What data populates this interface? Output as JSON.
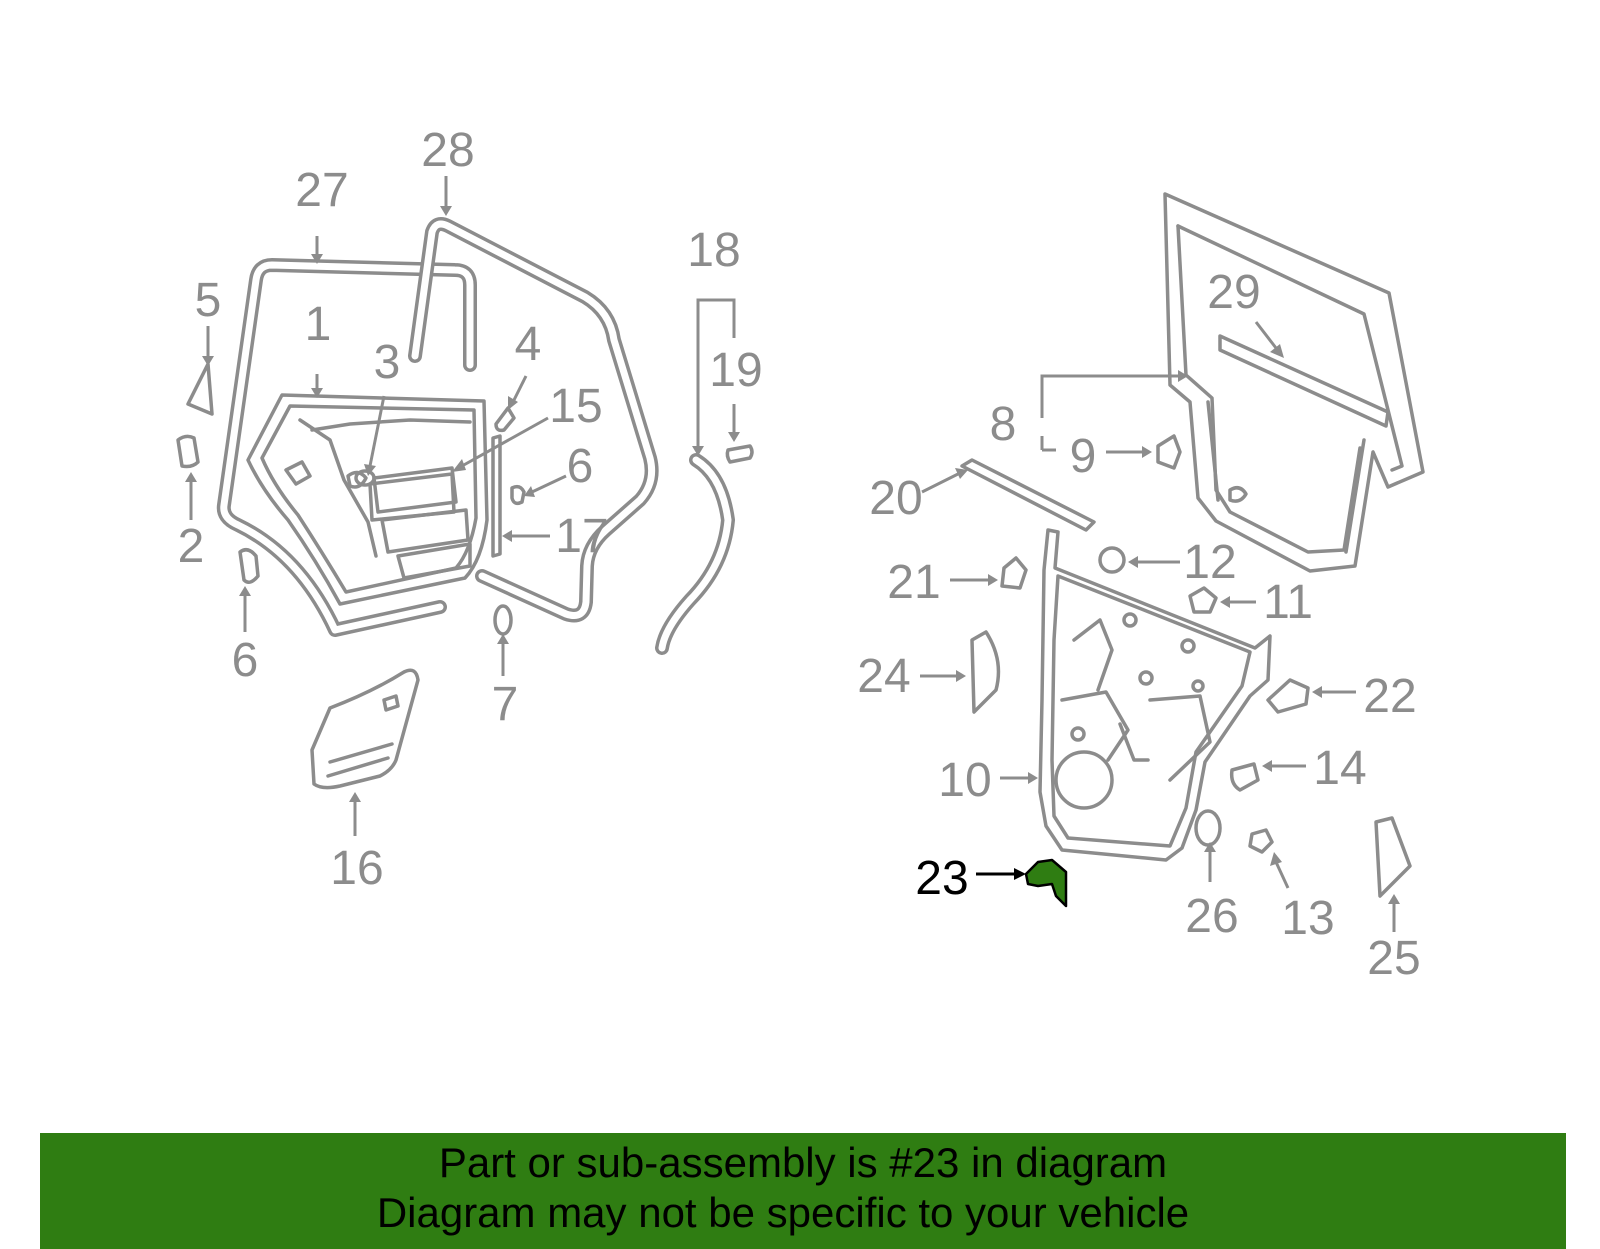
{
  "colors": {
    "part_stroke": "#8c8c8c",
    "highlight_fill": "#2f7d12",
    "banner_bg": "#2f7d12",
    "highlight_label": "#000000"
  },
  "callouts": {
    "c1": "1",
    "c2": "2",
    "c3": "3",
    "c4": "4",
    "c5": "5",
    "c6a": "6",
    "c6b": "6",
    "c7": "7",
    "c8": "8",
    "c9": "9",
    "c10": "10",
    "c11": "11",
    "c12": "12",
    "c13": "13",
    "c14": "14",
    "c15": "15",
    "c16": "16",
    "c17": "17",
    "c18": "18",
    "c19": "19",
    "c20": "20",
    "c21": "21",
    "c22": "22",
    "c23": "23",
    "c24": "24",
    "c25": "25",
    "c26": "26",
    "c27": "27",
    "c28": "28",
    "c29": "29"
  },
  "highlighted_part": "23",
  "banner": {
    "line1": "Part or sub-assembly is #23 in diagram",
    "line2": "Diagram may not be specific to your vehicle"
  }
}
